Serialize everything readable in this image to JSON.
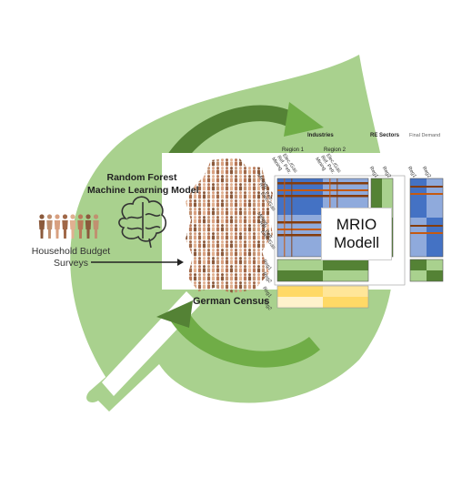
{
  "labels": {
    "rf_line1": "Random Forest",
    "rf_line2": "Machine Learning Model",
    "hbs_line1": "Household Budget",
    "hbs_line2": "Surveys",
    "census": "German Census",
    "mrio_line1": "MRIO",
    "mrio_line2": "Modell",
    "industries": "Industries",
    "re_sectors": "RE Sectors",
    "final_demand": "Final Demand",
    "region1": "Region 1",
    "region2": "Region 2"
  },
  "matrix_col_labels": [
    "Mining",
    "Ref. Petr.",
    "Elec./Gas",
    "Mining",
    "Ref. Petr.",
    "Elec./Gas"
  ],
  "matrix_row_labels": [
    "Mining",
    "Ref. Petr.",
    "Elec./Gas",
    "Mining",
    "Ref. Petr.",
    "Elec./Gas"
  ],
  "re_col_labels": [
    "Reg1",
    "Reg2"
  ],
  "fd_col_labels": [
    "Reg1",
    "Reg2"
  ],
  "re_row_labels": [
    "Reg1",
    "Reg2"
  ],
  "lower_row_labels": [
    "Reg1",
    "Reg2"
  ],
  "colors": {
    "leaf": "#a9d18e",
    "leaf_dark": "#548235",
    "arrow": "#70ad47",
    "matrix_blue": "#4472c4",
    "matrix_light": "#8faadc",
    "matrix_brown": "#843c0c",
    "yellow": "#ffd966",
    "people": [
      "#8b5a3c",
      "#c09070",
      "#d8a080",
      "#a06848",
      "#e0b090",
      "#b87858"
    ]
  },
  "icons": {
    "people": "people-icon",
    "brain": "brain-icon",
    "germany": "germany-map-icon"
  }
}
